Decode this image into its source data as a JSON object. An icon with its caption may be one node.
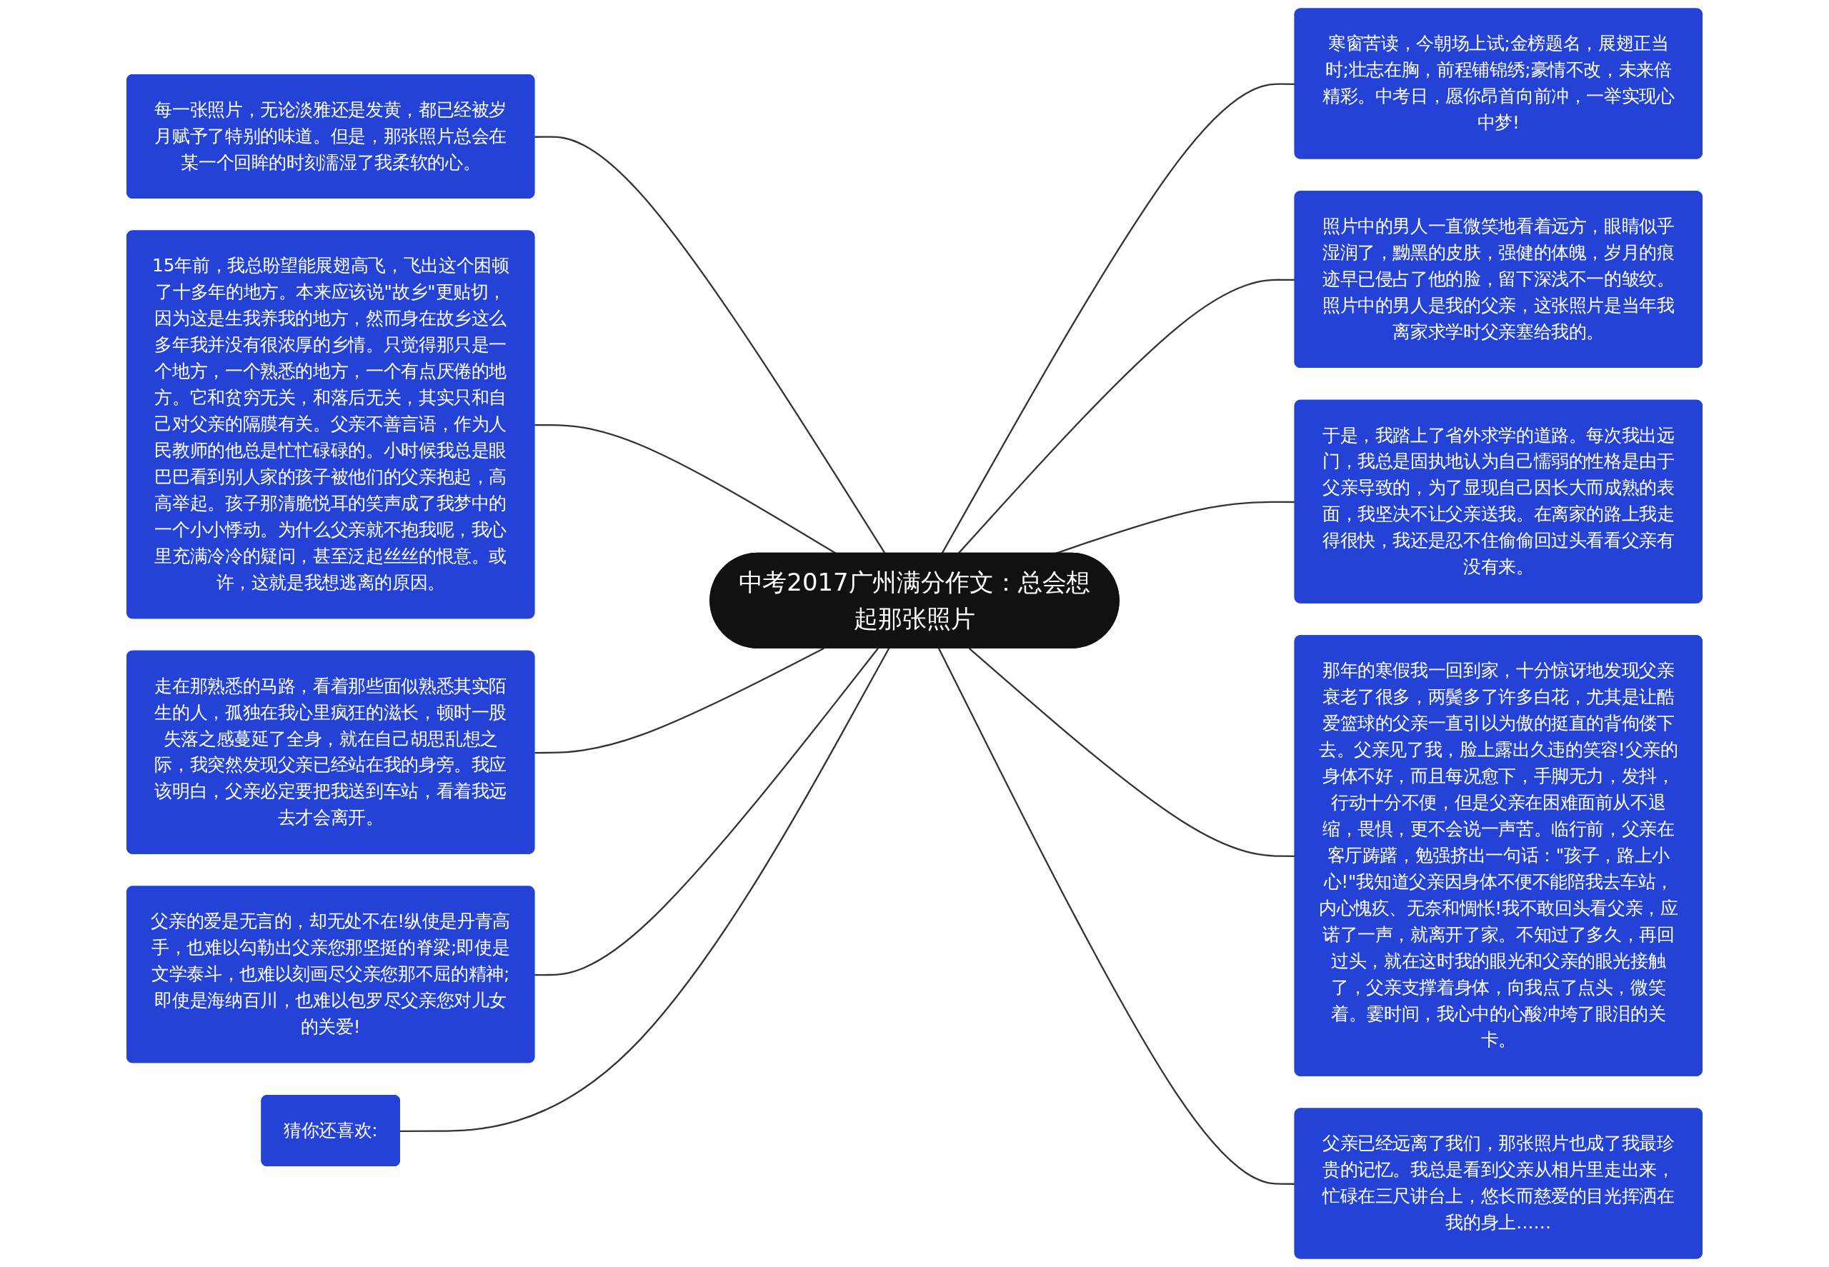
{
  "diagram": {
    "nodes": [
      {
        "text": [
          "中考2017广州满分作文：总会想起那张照片"
        ]
      },
      {
        "text": [
          "每一张照片，无论淡雅还是发黄，都已经被岁月赋予了特别的味道。但是，那张照片总会在某一个回眸的时刻濡湿了我柔软的心。"
        ]
      },
      {
        "text": [
          "15年前，我总盼望能展翅高飞，飞出这个困顿了十多年的地方。本来应该说\"故乡\"更贴切，因为这是生我养我的地方，然而身在故乡这么多年我并没有很浓厚的乡情。只觉得那只是一个地方，一个熟悉的地方，一个有点厌倦的地方。它和贫穷无关，和落后无关，其实只和自己对父亲的隔膜有关。父亲不善言语，作为人民教师的他总是忙忙碌碌的。小时候我总是眼巴巴看到别人家的孩子被他们的父亲抱起，高高举起。孩子那清脆悦耳的笑声成了我梦中的一个小小悸动。为什么父亲就不抱我呢，我心里充满冷冷的疑问，甚至泛起丝丝的恨意。或许，这就是我想逃离的原因。"
        ]
      },
      {
        "text": [
          "走在那熟悉的马路，看着那些面似熟悉其实陌生的人，孤独在我心里疯狂的滋长，顿时一股失落之感蔓延了全身，就在自己胡思乱想之际，我突然发现父亲已经站在我的身旁。我应该明白，父亲必定要把我送到车站，看着我远去才会离开。"
        ]
      },
      {
        "text": [
          "父亲的爱是无言的，却无处不在!纵使是丹青高手，也难以勾勒出父亲您那坚挺的脊梁;即使是文学泰斗，也难以刻画尽父亲您那不屈的精神;即使是海纳百川，也难以包罗尽父亲您对儿女的关爱!"
        ]
      },
      {
        "text": [
          "猜你还喜欢:"
        ]
      },
      {
        "text": [
          "寒窗苦读，今朝场上试;金榜题名，展翅正当时;壮志在胸，前程铺锦绣;豪情不改，未来倍精彩。中考日，愿你昂首向前冲，一举实现心中梦!"
        ]
      },
      {
        "text": [
          "照片中的男人一直微笑地看着远方，眼睛似乎湿润了，黝黑的皮肤，强健的体魄，岁月的痕迹早已侵占了他的脸，留下深浅不一的皱纹。照片中的男人是我的父亲，这张照片是当年我离家求学时父亲塞给我的。"
        ]
      },
      {
        "text": [
          "于是，我踏上了省外求学的道路。每次我出远门，我总是固执地认为自己懦弱的性格是由于父亲导致的，为了显现自己因长大而成熟的表面，我坚决不让父亲送我。在离家的路上我走得很快，我还是忍不住偷偷回过头看看父亲有没有来。"
        ]
      },
      {
        "text": [
          "那年的寒假我一回到家，十分惊讶地发现父亲衰老了很多，两鬓多了许多白花，尤其是让酷爱篮球的父亲一直引以为傲的挺直的背佝偻下去。父亲见了我，脸上露出久违的笑容!父亲的身体不好，而且每况愈下，手脚无力，发抖，行动十分不便，但是父亲在困难面前从不退缩，畏惧，更不会说一声苦。临行前，父亲在客厅踌躇，勉强挤出一句话：\"孩子，路上小心!\"我知道父亲因身体不便不能陪我去车站，内心愧疚、无奈和惆怅!我不敢回头看父亲，应诺了一声，就离开了家。不知过了多久，再回过头，就在这时我的眼光和父亲的眼光接触了，父亲支撑着身体，向我点了点头，微笑着。霎时间，我心中的心酸冲垮了眼泪的关卡。"
        ]
      },
      {
        "text": [
          "父亲已经远离了我们，那张照片也成了我最珍贵的记忆。我总是看到父亲从相片里走出来，忙碌在三尺讲台上，悠长而慈爱的目光挥洒在我的身上……"
        ]
      }
    ],
    "edges": [
      {
        "from": 1,
        "to": 0,
        "arrow": "none"
      },
      {
        "from": 2,
        "to": 0,
        "arrow": "none"
      },
      {
        "from": 3,
        "to": 0,
        "arrow": "none"
      },
      {
        "from": 4,
        "to": 0,
        "arrow": "none"
      },
      {
        "from": 5,
        "to": 0,
        "arrow": "none"
      },
      {
        "from": 0,
        "to": 6,
        "arrow": "none"
      },
      {
        "from": 0,
        "to": 7,
        "arrow": "none"
      },
      {
        "from": 0,
        "to": 8,
        "arrow": "none"
      },
      {
        "from": 0,
        "to": 9,
        "arrow": "none"
      },
      {
        "from": 0,
        "to": 10,
        "arrow": "none"
      }
    ]
  }
}
